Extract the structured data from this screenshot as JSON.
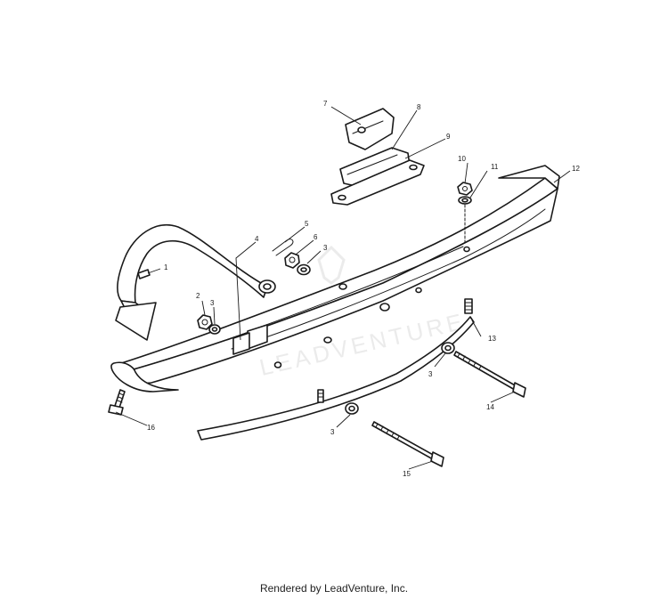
{
  "diagram": {
    "callouts": [
      {
        "id": "1",
        "label": "1"
      },
      {
        "id": "2",
        "label": "2"
      },
      {
        "id": "3a",
        "label": "3"
      },
      {
        "id": "3b",
        "label": "3"
      },
      {
        "id": "3c",
        "label": "3"
      },
      {
        "id": "3d",
        "label": "3"
      },
      {
        "id": "4",
        "label": "4"
      },
      {
        "id": "5",
        "label": "5"
      },
      {
        "id": "6",
        "label": "6"
      },
      {
        "id": "7",
        "label": "7"
      },
      {
        "id": "8",
        "label": "8"
      },
      {
        "id": "9",
        "label": "9"
      },
      {
        "id": "10",
        "label": "10"
      },
      {
        "id": "11",
        "label": "11"
      },
      {
        "id": "12",
        "label": "12"
      },
      {
        "id": "13",
        "label": "13"
      },
      {
        "id": "14",
        "label": "14"
      },
      {
        "id": "15",
        "label": "15"
      },
      {
        "id": "16",
        "label": "16"
      }
    ],
    "watermark": "LEADVENTURE"
  },
  "footer": {
    "credit": "Rendered by LeadVenture, Inc."
  },
  "colors": {
    "line": "#1a1a1a",
    "background": "#ffffff",
    "watermark": "#d9d9d9"
  }
}
